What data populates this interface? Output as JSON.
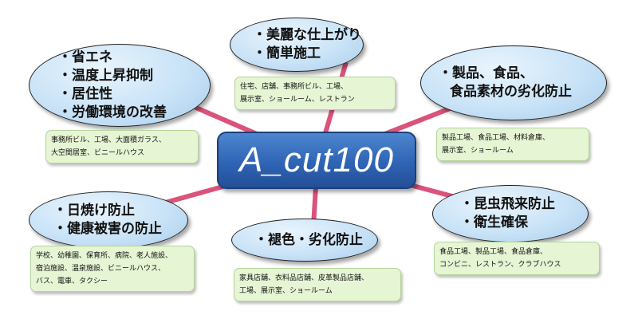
{
  "center": {
    "title": "A_cut100"
  },
  "nodes": [
    {
      "id": "top",
      "bubble_lines": [
        "・美麗な仕上がり",
        "・簡単施工"
      ],
      "note_lines": [
        "住宅、店舗、事務所ビル、工場、",
        "展示室、ショールーム、レストラン"
      ]
    },
    {
      "id": "top_left",
      "bubble_lines": [
        "・省エネ",
        "・温度上昇抑制",
        "・居住性",
        "・労働環境の改善"
      ],
      "note_lines": [
        "事務所ビル、工場、大面積ガラス、",
        "大空間居室、ビニールハウス"
      ]
    },
    {
      "id": "top_right",
      "bubble_lines": [
        "・製品、食品、",
        "食品素材の劣化防止"
      ],
      "note_lines": [
        "製品工場、食品工場、材料倉庫、",
        "展示室、ショールーム"
      ]
    },
    {
      "id": "bottom_left",
      "bubble_lines": [
        "・日焼け防止",
        "・健康被害の防止"
      ],
      "note_lines": [
        "学校、幼稚園、保育所、病院、老人施設、",
        "宿泊施設、温泉施設、ビニールハウス、",
        "バス、電車、タクシー"
      ]
    },
    {
      "id": "bottom",
      "bubble_lines": [
        "・褪色・劣化防止"
      ],
      "note_lines": [
        "家具店舗、衣料品店舗、皮革製品店舗、",
        "工場、展示室、ショールーム"
      ]
    },
    {
      "id": "bottom_right",
      "bubble_lines": [
        "・昆虫飛来防止",
        "・衛生確保"
      ],
      "note_lines": [
        "食品工場、製品工場、食品倉庫、",
        "コンビニ、レストラン、クラブハウス"
      ]
    }
  ],
  "colors": {
    "connector": "#d9537a",
    "center_fill": "#2f64b5",
    "bubble_fill": "#c9e3f7",
    "note_fill": "#e6f5d4"
  }
}
